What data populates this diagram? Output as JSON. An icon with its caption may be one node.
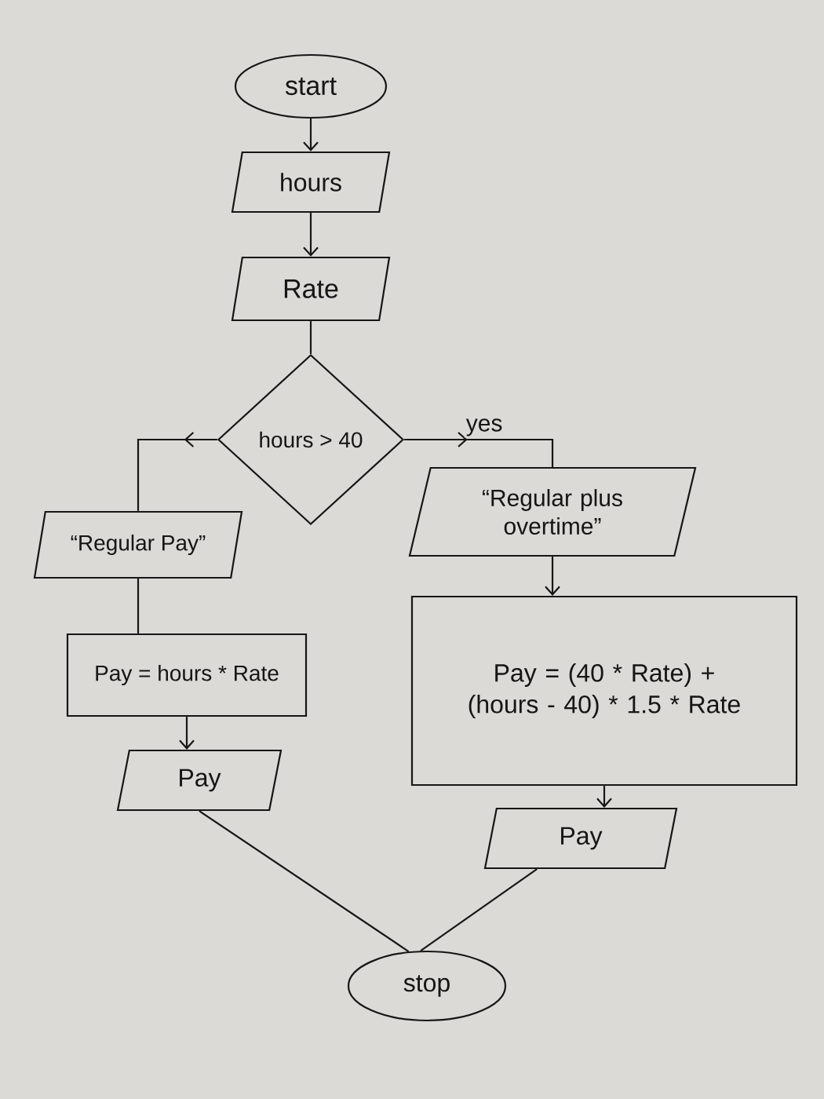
{
  "diagram": {
    "nodes": [
      {
        "text": [
          "start"
        ]
      },
      {
        "text": [
          "hours"
        ]
      },
      {
        "text": [
          "Rate"
        ]
      },
      {
        "text": [
          "hours > 40"
        ]
      },
      {
        "text": [
          "“Regular Pay”"
        ]
      },
      {
        "text": [
          "“Regular plus overtime”"
        ]
      },
      {
        "text": [
          "Pay = hours * Rate"
        ]
      },
      {
        "text": [
          "Pay = (40 * Rate) + (hours - 40) * 1.5 * Rate"
        ]
      },
      {
        "text": [
          "Pay"
        ]
      },
      {
        "text": [
          "Pay"
        ]
      },
      {
        "text": [
          "stop"
        ]
      }
    ],
    "edges": [
      {
        "from": 0,
        "to": 1,
        "arrow": "to"
      },
      {
        "from": 1,
        "to": 2,
        "arrow": "to"
      },
      {
        "from": 2,
        "to": 3,
        "arrow": "none"
      },
      {
        "from": 3,
        "to": 4,
        "arrow": "to"
      },
      {
        "from": 3,
        "to": 5,
        "arrow": "to",
        "label": "yes"
      },
      {
        "from": 4,
        "to": 6,
        "arrow": "none"
      },
      {
        "from": 5,
        "to": 7,
        "arrow": "to"
      },
      {
        "from": 6,
        "to": 8,
        "arrow": "to"
      },
      {
        "from": 7,
        "to": 9,
        "arrow": "to"
      },
      {
        "from": 8,
        "to": 10,
        "arrow": "none"
      },
      {
        "from": 9,
        "to": 10,
        "arrow": "none"
      }
    ]
  }
}
